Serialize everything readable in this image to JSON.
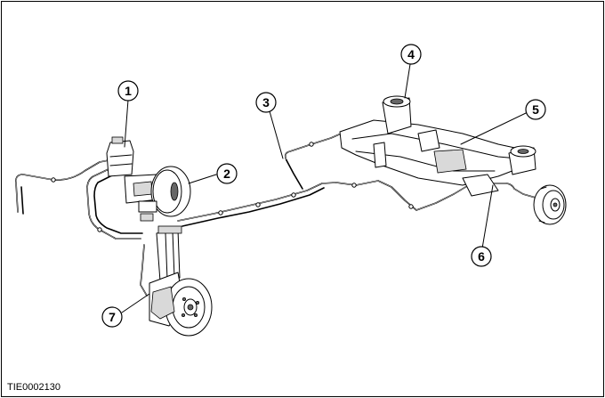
{
  "figure": {
    "id_text": "TIE0002130"
  },
  "callouts": [
    {
      "num": "1"
    },
    {
      "num": "2"
    },
    {
      "num": "3"
    },
    {
      "num": "4"
    },
    {
      "num": "5"
    },
    {
      "num": "6"
    },
    {
      "num": "7"
    }
  ]
}
